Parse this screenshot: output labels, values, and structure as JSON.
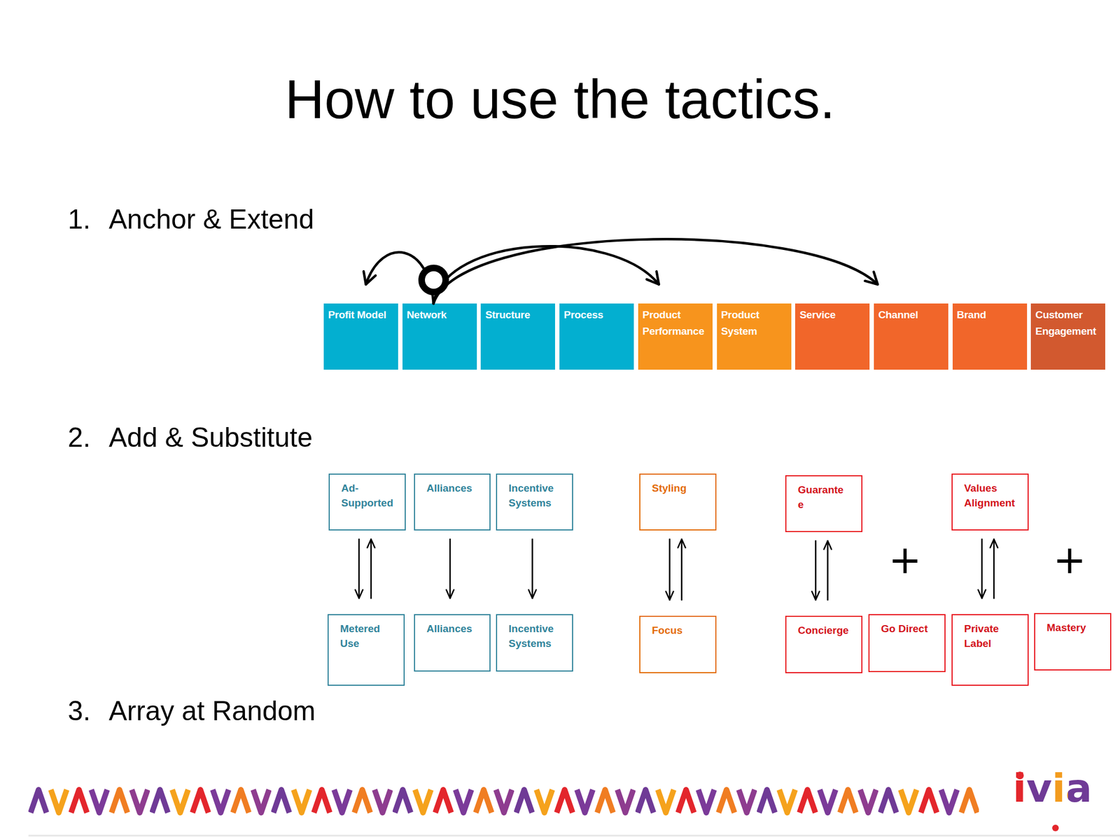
{
  "diagram": {
    "title": "How to use the tactics.",
    "nodes": [
      {
        "text": [
          "Profit Model"
        ]
      },
      {
        "text": [
          "Network"
        ]
      },
      {
        "text": [
          "Structure"
        ]
      },
      {
        "text": [
          "Process"
        ]
      },
      {
        "text": [
          "Product Performance"
        ]
      },
      {
        "text": [
          "Product System"
        ]
      },
      {
        "text": [
          "Service"
        ]
      },
      {
        "text": [
          "Channel"
        ]
      },
      {
        "text": [
          "Brand"
        ]
      },
      {
        "text": [
          "Customer Engagement"
        ]
      },
      {
        "text": [
          "Ad-Supported"
        ]
      },
      {
        "text": [
          "Alliances"
        ]
      },
      {
        "text": [
          "Incentive Systems"
        ]
      },
      {
        "text": [
          "Styling"
        ]
      },
      {
        "text": [
          "Guarante e"
        ]
      },
      {
        "text": [
          "Values Alignment"
        ]
      },
      {
        "text": [
          "Metered Use"
        ]
      },
      {
        "text": [
          "Alliances"
        ]
      },
      {
        "text": [
          "Incentive Systems"
        ]
      },
      {
        "text": [
          "Focus"
        ]
      },
      {
        "text": [
          "Concierge"
        ]
      },
      {
        "text": [
          "Go Direct"
        ]
      },
      {
        "text": [
          "Private Label"
        ]
      },
      {
        "text": [
          "Mastery"
        ]
      }
    ],
    "edges": [
      {
        "from": 1,
        "to": 0,
        "arrow": "to"
      },
      {
        "from": 1,
        "to": 4,
        "arrow": "to"
      },
      {
        "from": 1,
        "to": 7,
        "arrow": "to"
      },
      {
        "from": 10,
        "to": 16,
        "arrow": "both"
      },
      {
        "from": 11,
        "to": 17,
        "arrow": "to"
      },
      {
        "from": 12,
        "to": 18,
        "arrow": "to"
      },
      {
        "from": 13,
        "to": 19,
        "arrow": "both"
      },
      {
        "from": 14,
        "to": 20,
        "arrow": "both"
      },
      {
        "from": 15,
        "to": 22,
        "arrow": "both"
      }
    ],
    "labels": [
      "1.",
      "Anchor & Extend",
      "2.",
      "Add & Substitute",
      "+",
      "+",
      "3.",
      "Array at Random",
      "ivia"
    ]
  }
}
